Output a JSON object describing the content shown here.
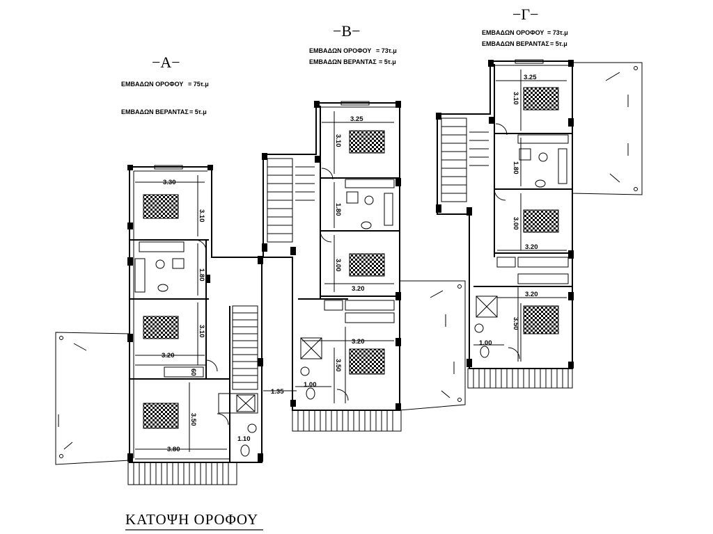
{
  "caption": "ΚΑΤΟΨΗ ΟΡΟΦΟΥ",
  "units": [
    {
      "title": "−A−",
      "floor_area_label": "ΕΜΒΑΔΩΝ ΟΡΟΦΟΥ",
      "floor_area_value": "=  75τ.μ",
      "veranda_area_label": "ΕΜΒΑΔΩΝ ΒΕΡΑΝΤΑΣ",
      "veranda_area_value": "=  5τ.μ",
      "dimensions": [
        "3.30",
        "3.10",
        "1.80",
        "3.10",
        "3.20",
        "60",
        "3.50",
        "3.80",
        "1.10",
        "1.35"
      ]
    },
    {
      "title": "−B−",
      "floor_area_label": "ΕΜΒΑΔΩΝ ΟΡΟΦΟΥ",
      "floor_area_value": "=  73τ.μ",
      "veranda_area_label": "ΕΜΒΑΔΩΝ ΒΕΡΑΝΤΑΣ",
      "veranda_area_value": "=  5τ.μ",
      "dimensions": [
        "3.25",
        "3.10",
        "1.80",
        "3.00",
        "3.20",
        "3.20",
        "3.50",
        "1.00"
      ]
    },
    {
      "title": "−Γ−",
      "floor_area_label": "ΕΜΒΑΔΩΝ ΟΡΟΦΟΥ",
      "floor_area_value": "=  73τ.μ",
      "veranda_area_label": "ΕΜΒΑΔΩΝ ΒΕΡΑΝΤΑΣ",
      "veranda_area_value": "=  5τ.μ",
      "dimensions": [
        "3.25",
        "3.10",
        "1.80",
        "3.00",
        "3.20",
        "3.20",
        "3.50",
        "1.00"
      ]
    }
  ]
}
